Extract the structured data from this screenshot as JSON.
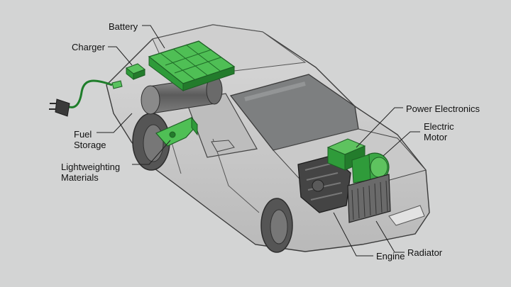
{
  "colors": {
    "background": "#d3d4d4",
    "car_body": "#c7c7c7",
    "car_outline": "#3a3a3a",
    "component_green": "#2f9b3a",
    "component_light_green": "#5ec35f",
    "leader_line": "#222222"
  },
  "labels": {
    "battery": "Battery",
    "charger": "Charger",
    "fuel_storage": [
      "Fuel",
      "Storage"
    ],
    "lightweighting_materials": [
      "Lightweighting",
      "Materials"
    ],
    "power_electronics": "Power Electronics",
    "electric_motor": [
      "Electric",
      "Motor"
    ],
    "engine": "Engine",
    "radiator": "Radiator"
  }
}
